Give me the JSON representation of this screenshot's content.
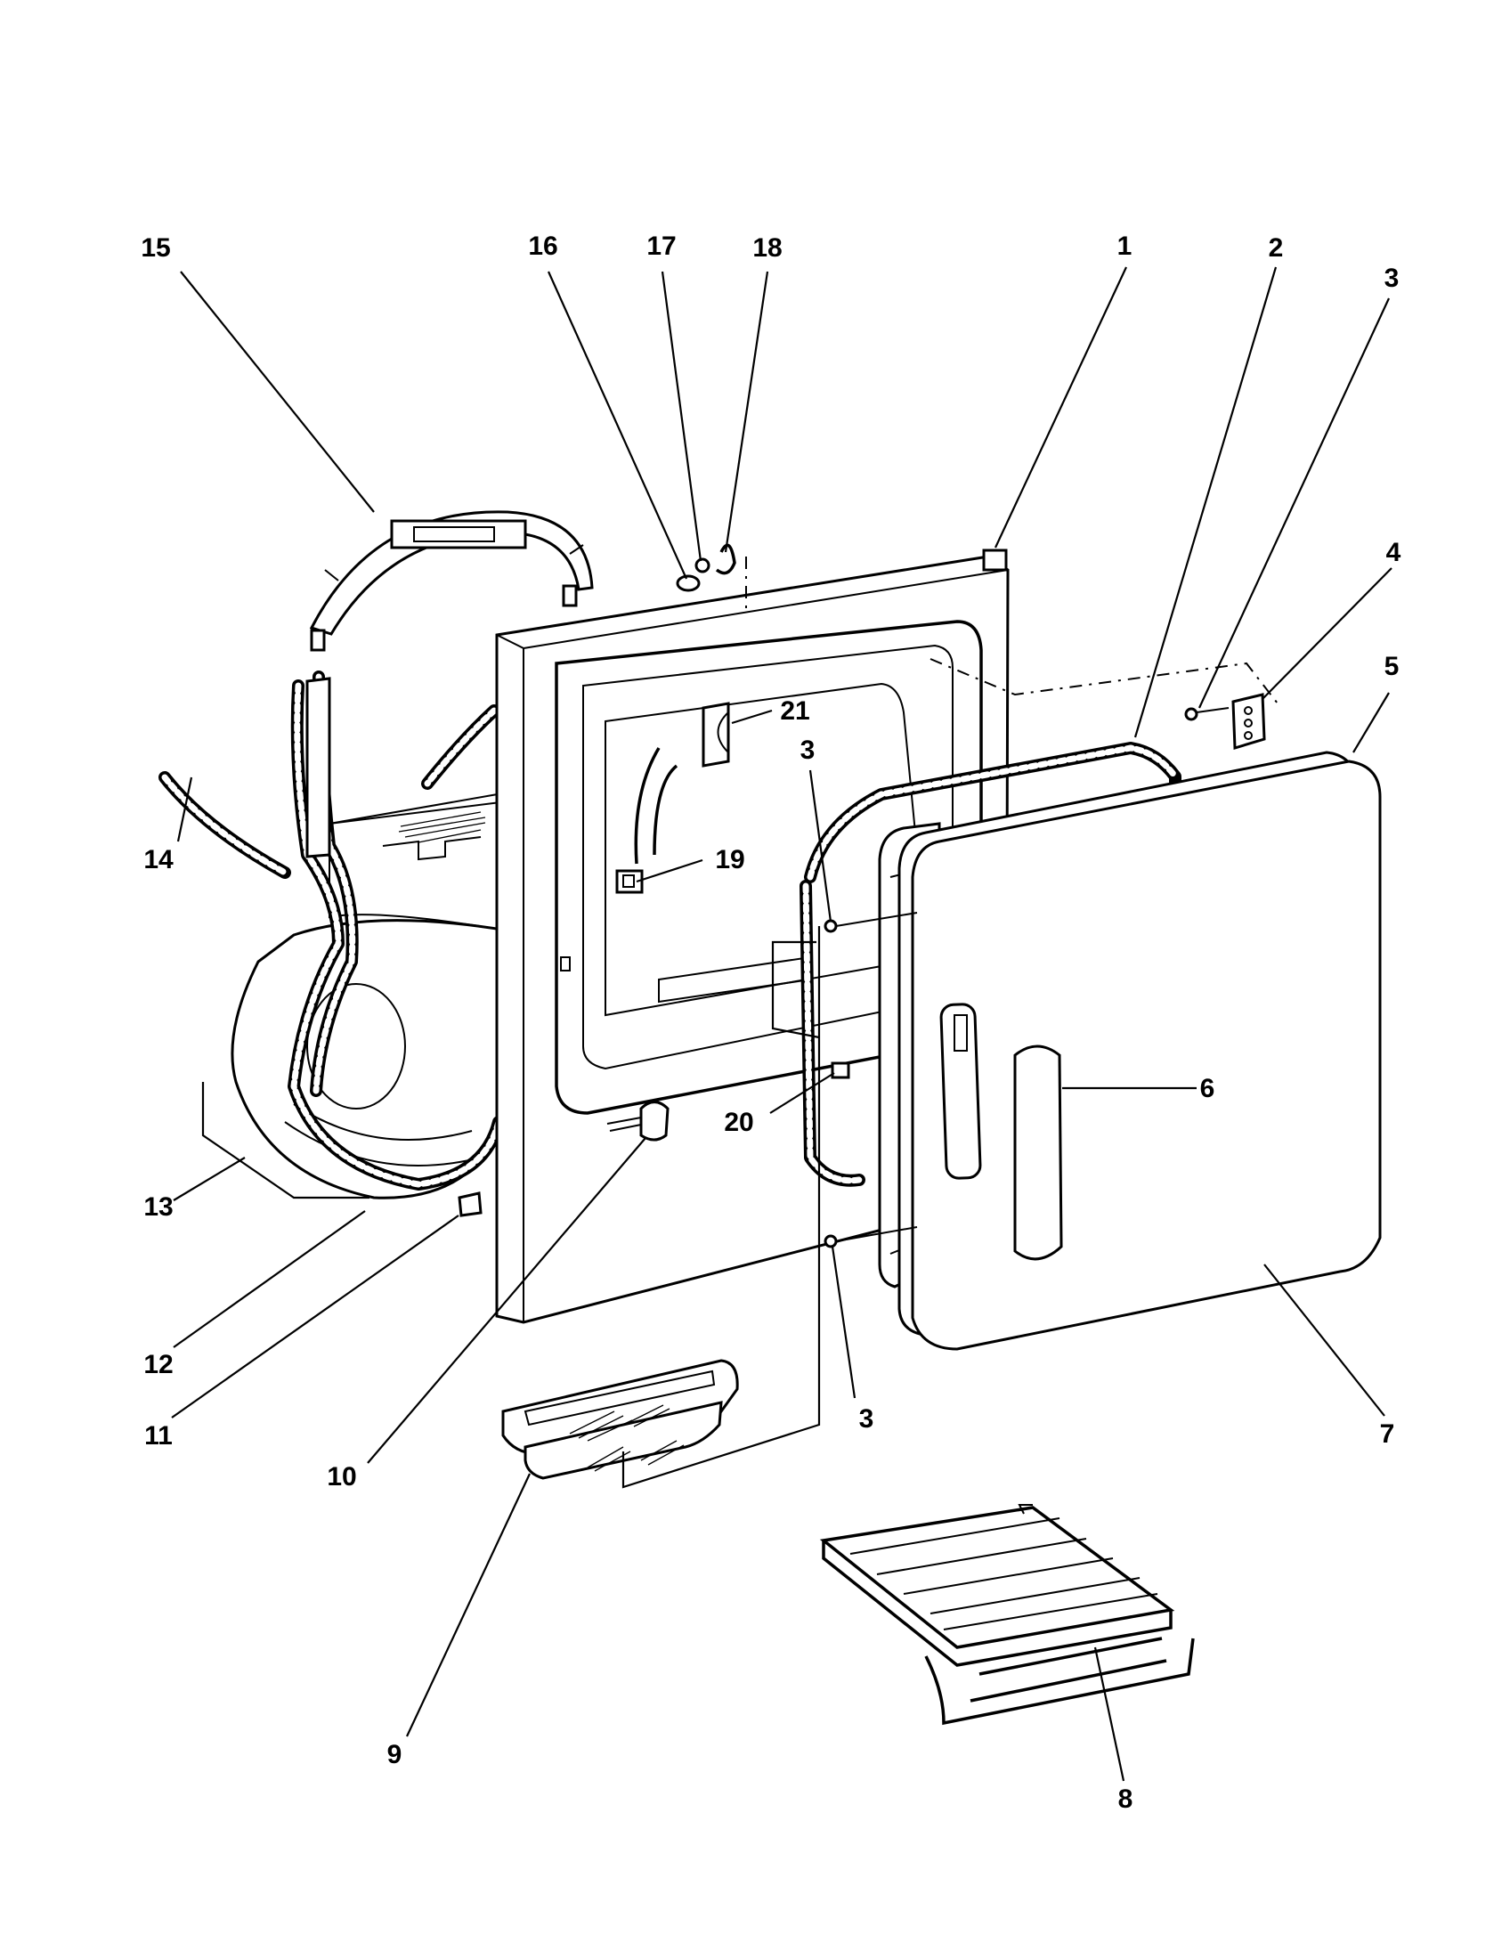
{
  "diagram": {
    "callouts": [
      {
        "id": "c1",
        "text": "1"
      },
      {
        "id": "c2",
        "text": "2"
      },
      {
        "id": "c3a",
        "text": "3"
      },
      {
        "id": "c3b",
        "text": "3"
      },
      {
        "id": "c3c",
        "text": "3"
      },
      {
        "id": "c4",
        "text": "4"
      },
      {
        "id": "c5",
        "text": "5"
      },
      {
        "id": "c6",
        "text": "6"
      },
      {
        "id": "c7",
        "text": "7"
      },
      {
        "id": "c8",
        "text": "8"
      },
      {
        "id": "c9",
        "text": "9"
      },
      {
        "id": "c10",
        "text": "10"
      },
      {
        "id": "c11",
        "text": "11"
      },
      {
        "id": "c12",
        "text": "12"
      },
      {
        "id": "c13",
        "text": "13"
      },
      {
        "id": "c14",
        "text": "14"
      },
      {
        "id": "c15",
        "text": "15"
      },
      {
        "id": "c16",
        "text": "16"
      },
      {
        "id": "c17",
        "text": "17"
      },
      {
        "id": "c18",
        "text": "18"
      },
      {
        "id": "c19",
        "text": "19"
      },
      {
        "id": "c20",
        "text": "20"
      },
      {
        "id": "c21",
        "text": "21"
      }
    ]
  }
}
